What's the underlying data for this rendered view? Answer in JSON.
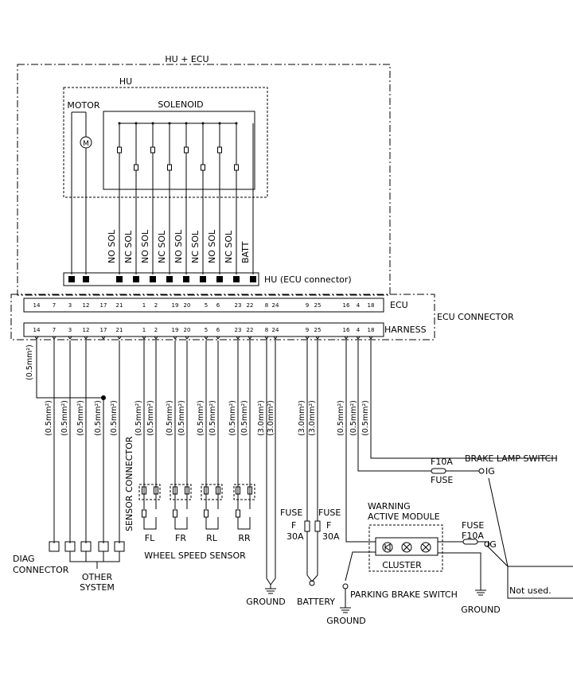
{
  "labels": {
    "hu_ecu": "HU + ECU",
    "hu": "HU",
    "motor": "MOTOR",
    "motor_symbol": "M",
    "solenoid": "SOLENOID",
    "hu_connector": "HU (ECU connector)",
    "ecu": "ECU",
    "ecu_connector": "ECU CONNECTOR",
    "harness": "HARNESS",
    "brake_lamp_switch": "BRAKE LAMP SWITCH",
    "fuse_f10a_top": "F10A",
    "fuse_word_top": "FUSE",
    "ig_top": "IG",
    "warning_active_module_1": "WARNING",
    "warning_active_module_2": "ACTIVE MODULE",
    "cluster": "CLUSTER",
    "fuse_right": "FUSE",
    "f10a_right": "F10A",
    "ig_right": "IG",
    "not_used": "Not used.",
    "fuse_left": "FUSE",
    "f_left": "F",
    "a30_left": "30A",
    "fuse_mid": "FUSE",
    "f_mid": "F",
    "a30_mid": "30A",
    "sensor_connector": "SENSOR CONNECTOR",
    "fl": "FL",
    "fr": "FR",
    "rl": "RL",
    "rr": "RR",
    "wheel_speed_sensor": "WHEEL SPEED SENSOR",
    "diag_1": "DIAG",
    "diag_2": "CONNECTOR",
    "other_1": "OTHER",
    "other_2": "SYSTEM",
    "ground_1": "GROUND",
    "battery": "BATTERY",
    "parking_brake_switch": "PARKING BRAKE SWITCH",
    "ground_2": "GROUND",
    "ground_3": "GROUND"
  },
  "sol_labels": [
    "NO SOL",
    "NC SOL",
    "NO SOL",
    "NC SOL",
    "NO SOL",
    "NC SOL",
    "NO SOL",
    "NC SOL",
    "BATT"
  ],
  "ecu_pins": [
    "14",
    "7",
    "3",
    "12",
    "17",
    "21",
    "1",
    "2",
    "19",
    "20",
    "5",
    "6",
    "23",
    "22",
    "8",
    "24",
    "9",
    "25",
    "16",
    "4",
    "18"
  ],
  "harness_pins": [
    "14",
    "7",
    "3",
    "12",
    "17",
    "21",
    "1",
    "2",
    "19",
    "20",
    "5",
    "6",
    "23",
    "22",
    "8",
    "24",
    "9",
    "25",
    "16",
    "4",
    "18"
  ],
  "wire_labels": {
    "pin14": "(0.5mm²)",
    "diag": [
      "(0.5mm²)",
      "(0.5mm²)",
      "(0.5mm²)",
      "(0.5mm²)",
      "(0.5mm²)"
    ],
    "sensors": [
      "(0.5mm²)",
      "(0.5mm²)",
      "(0.5mm²)",
      "(0.5mm²)",
      "(0.5mm²)",
      "(0.5mm²)",
      "(0.5mm²)",
      "(0.5mm²)"
    ],
    "ground": [
      "(3.0mm²)",
      "(3.0mm²)"
    ],
    "battery": [
      "(3.0mm²)",
      "(3.0mm²)"
    ],
    "right": [
      "(0.5mm²)",
      "(0.5mm²)",
      "(0.5mm²)"
    ]
  }
}
